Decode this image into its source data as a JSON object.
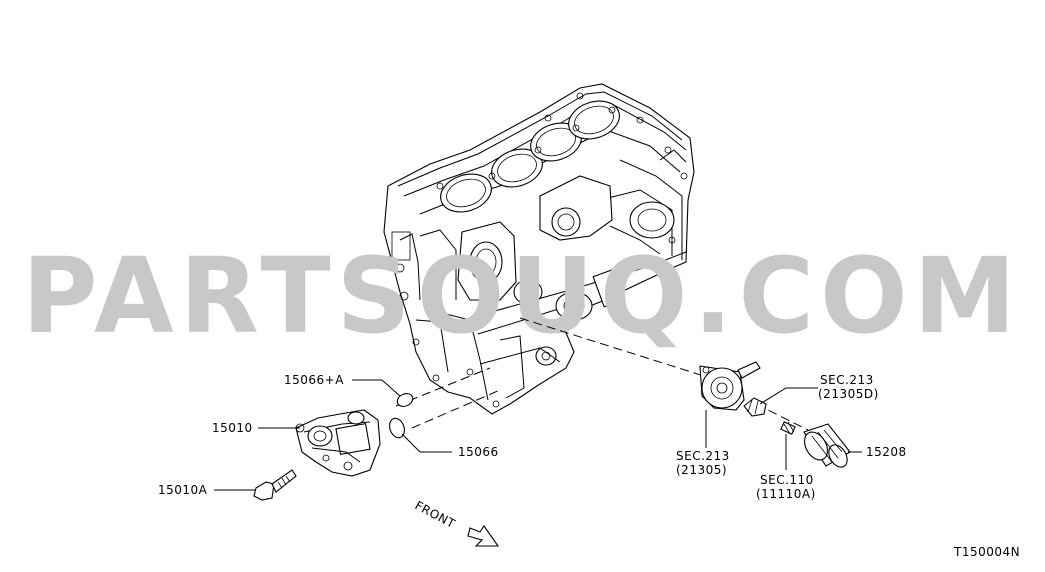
{
  "watermark": "PARTSOUQ.COM",
  "diagram_code": "T150004N",
  "front_label": "FRONT",
  "callouts": {
    "oring_a": "15066+A",
    "oil_pump": "15010",
    "bolt": "15010A",
    "oring": "15066",
    "sec213_top": "SEC.213",
    "sec213_top_ref": "(21305D)",
    "sec213_bottom": "SEC.213",
    "sec213_bottom_ref": "(21305)",
    "sec110": "SEC.110",
    "sec110_ref": "(11110A)",
    "oil_filter": "15208"
  }
}
